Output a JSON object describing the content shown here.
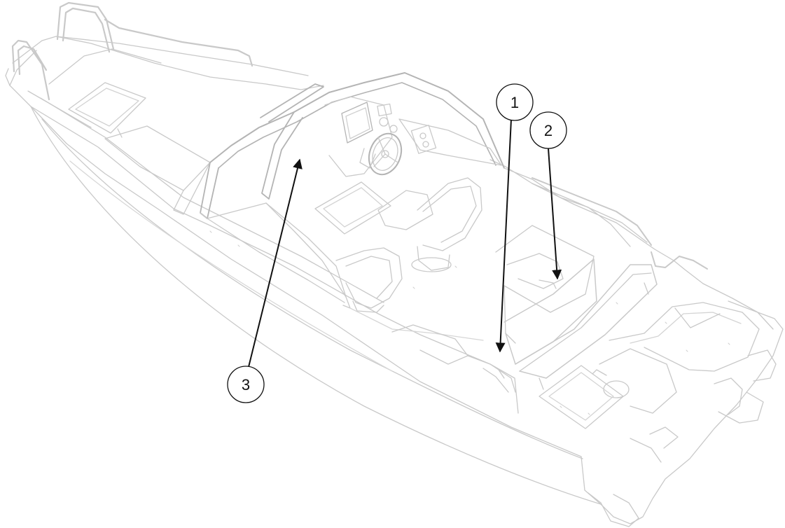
{
  "diagram": {
    "colors": {
      "line": "#c9c9c9",
      "line_dark": "#b4b4b4",
      "callout": "#111111",
      "background": "#ffffff"
    },
    "callouts": [
      {
        "id": "1",
        "label": "1"
      },
      {
        "id": "2",
        "label": "2"
      },
      {
        "id": "3",
        "label": "3"
      }
    ]
  }
}
